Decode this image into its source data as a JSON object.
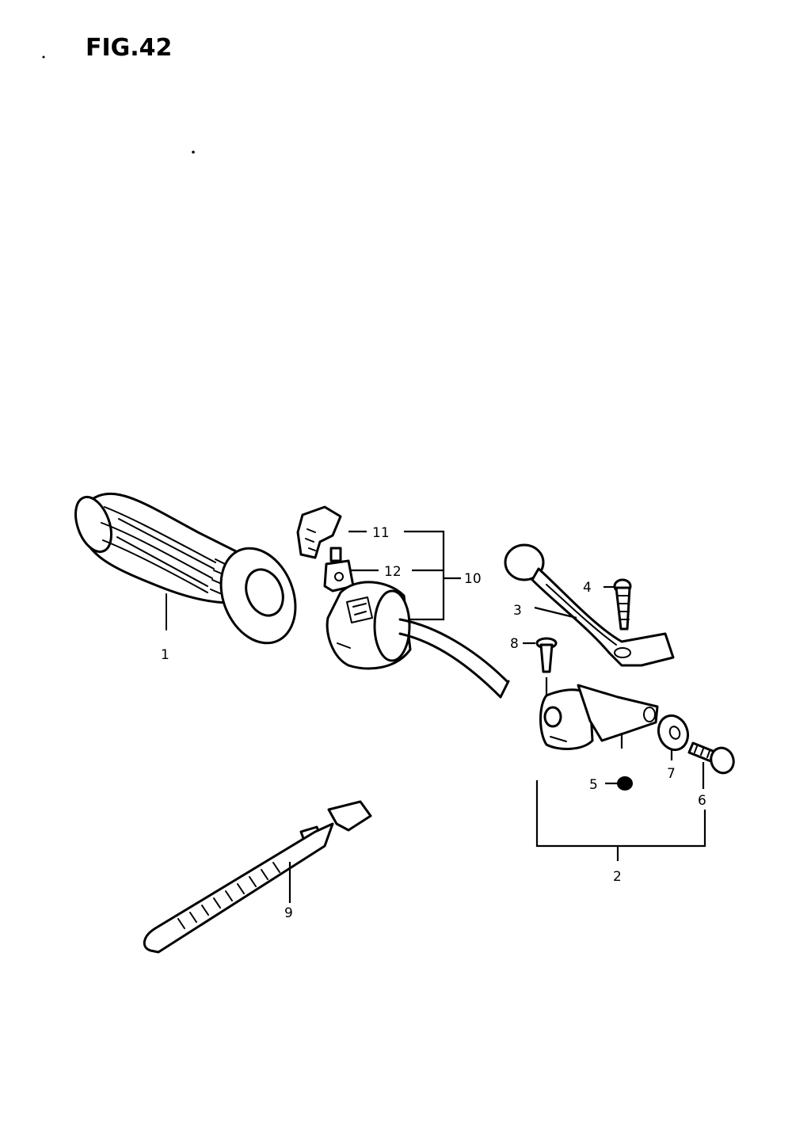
{
  "figure": {
    "title": "FIG.42"
  },
  "callouts": [
    {
      "id": "1",
      "label": "1"
    },
    {
      "id": "2",
      "label": "2"
    },
    {
      "id": "3",
      "label": "3"
    },
    {
      "id": "4",
      "label": "4"
    },
    {
      "id": "5",
      "label": "5"
    },
    {
      "id": "6",
      "label": "6"
    },
    {
      "id": "7",
      "label": "7"
    },
    {
      "id": "8",
      "label": "8"
    },
    {
      "id": "9",
      "label": "9"
    },
    {
      "id": "10",
      "label": "10"
    },
    {
      "id": "11",
      "label": "11"
    },
    {
      "id": "12",
      "label": "12"
    }
  ]
}
